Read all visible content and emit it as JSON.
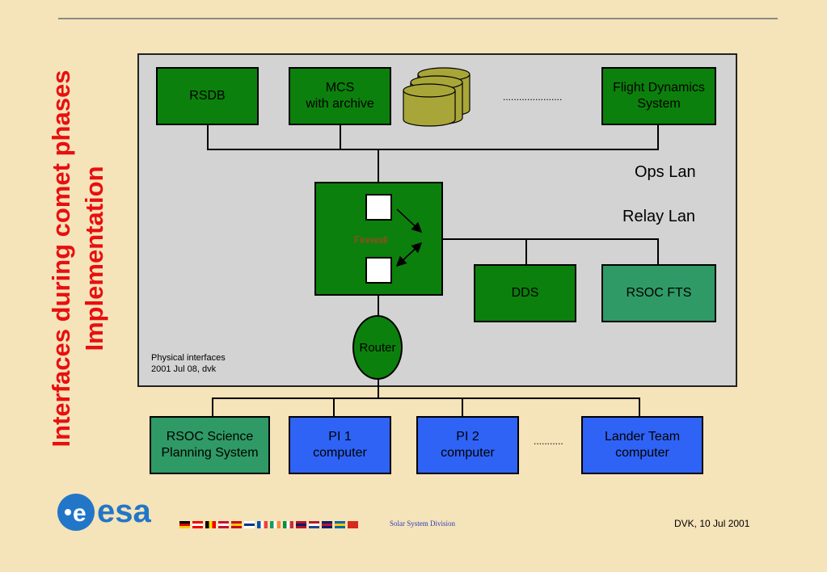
{
  "slide": {
    "title_line1": "Interfaces during comet phases",
    "title_line2": "Implementation",
    "footer_division": "Solar System Division",
    "footer_date": "DVK, 10 Jul 2001",
    "logo_text": "esa"
  },
  "diagram": {
    "rsdb": "RSDB",
    "mcs_line1": "MCS",
    "mcs_line2": "with archive",
    "dots_top": "......................",
    "flight_line1": "Flight Dynamics",
    "flight_line2": "System",
    "ops_lan": "Ops Lan",
    "relay_lan": "Relay Lan",
    "firewall": "Firewall",
    "dds": "DDS",
    "rsoc_fts": "RSOC FTS",
    "router": "Router",
    "note_line1": "Physical interfaces",
    "note_line2": "2001 Jul 08, dvk",
    "rsoc_science_line1": "RSOC Science",
    "rsoc_science_line2": "Planning System",
    "pi1_line1": "PI 1",
    "pi1_line2": "computer",
    "pi2_line1": "PI 2",
    "pi2_line2": "computer",
    "dots_bottom": "...........",
    "lander_line1": "Lander Team",
    "lander_line2": "computer"
  },
  "colors": {
    "background": "#f5e3b9",
    "title": "#e80f0f",
    "panel": "#d3d3d3",
    "green_box": "#0c800c",
    "teal_box": "#2f9a66",
    "blue_box": "#2f63f6",
    "firewall_text": "#c0392b",
    "logo_blue": "#2176c8"
  },
  "flags": [
    {
      "name": "germany",
      "stripes": [
        "#000",
        "#d00",
        "#fc0"
      ],
      "dir": "h"
    },
    {
      "name": "austria",
      "stripes": [
        "#e00",
        "#fff",
        "#e00"
      ],
      "dir": "h"
    },
    {
      "name": "belgium",
      "stripes": [
        "#000",
        "#fd0",
        "#e00"
      ],
      "dir": "v"
    },
    {
      "name": "denmark",
      "stripes": [
        "#c8102e",
        "#fff",
        "#c8102e"
      ],
      "dir": "h"
    },
    {
      "name": "spain",
      "stripes": [
        "#c60b1e",
        "#ffc400",
        "#c60b1e"
      ],
      "dir": "h"
    },
    {
      "name": "finland",
      "stripes": [
        "#fff",
        "#003580",
        "#fff"
      ],
      "dir": "h"
    },
    {
      "name": "france",
      "stripes": [
        "#0055a4",
        "#fff",
        "#ef4135"
      ],
      "dir": "v"
    },
    {
      "name": "ireland",
      "stripes": [
        "#169b62",
        "#fff",
        "#ff883e"
      ],
      "dir": "v"
    },
    {
      "name": "italy",
      "stripes": [
        "#009246",
        "#fff",
        "#ce2b37"
      ],
      "dir": "v"
    },
    {
      "name": "norway",
      "stripes": [
        "#ba0c2f",
        "#00205b",
        "#ba0c2f"
      ],
      "dir": "h"
    },
    {
      "name": "netherlands",
      "stripes": [
        "#ae1c28",
        "#fff",
        "#21468b"
      ],
      "dir": "h"
    },
    {
      "name": "uk",
      "stripes": [
        "#012169",
        "#c8102e",
        "#012169"
      ],
      "dir": "h"
    },
    {
      "name": "sweden",
      "stripes": [
        "#006aa7",
        "#fecc00",
        "#006aa7"
      ],
      "dir": "h"
    },
    {
      "name": "switzerland",
      "stripes": [
        "#d52b1e",
        "#d52b1e",
        "#d52b1e"
      ],
      "dir": "h"
    }
  ]
}
